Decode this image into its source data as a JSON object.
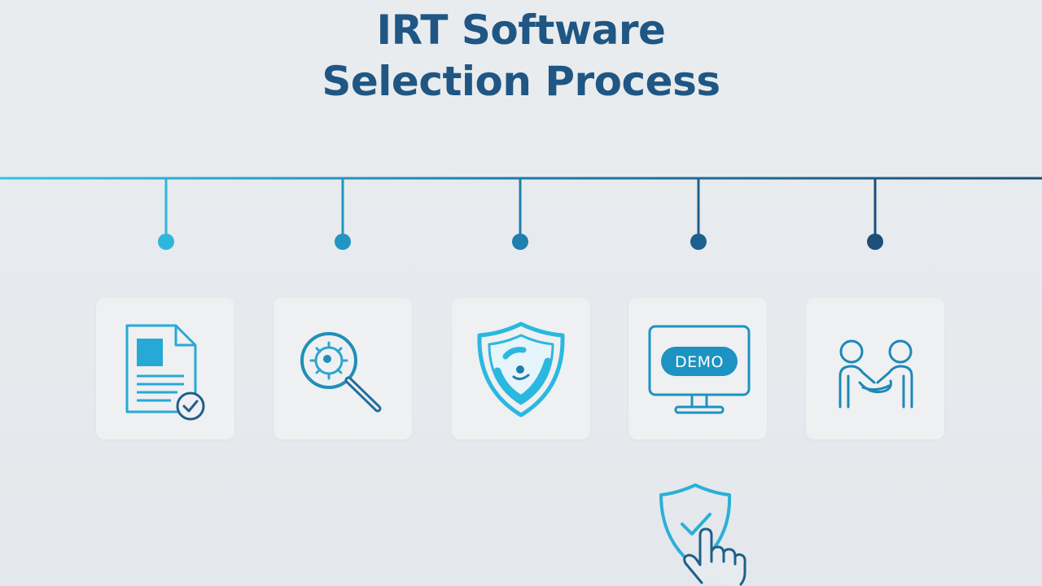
{
  "title": {
    "line1": "IRT Software",
    "line2": "Selection Process"
  },
  "colors": {
    "title": "#1f5683",
    "timeline_start": "#33c3e6",
    "timeline_end": "#1d4f7a",
    "card_background": "#eef0f2",
    "page_background": "#e7eaee"
  },
  "steps": [
    {
      "icon": "document-check-icon",
      "color": "#27a9d6"
    },
    {
      "icon": "magnifier-virus-icon",
      "color": "#1f8fb8"
    },
    {
      "icon": "shield-icon",
      "color": "#2bb8e0"
    },
    {
      "icon": "monitor-demo-icon",
      "color": "#1c93c2",
      "label": "DEMO"
    },
    {
      "icon": "handshake-people-icon",
      "color": "#1e88b8"
    }
  ],
  "footer_icon": "shield-check-hand-icon"
}
